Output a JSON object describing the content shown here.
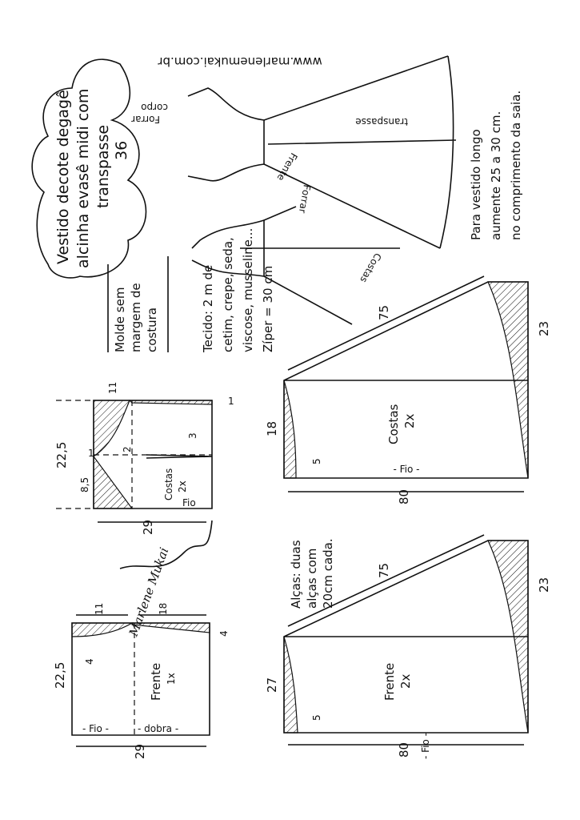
{
  "title": {
    "line1": "Vestido decote degagê",
    "line2": "alcinha evasê midi com",
    "line3": "transpasse",
    "size": "36"
  },
  "website": "www.marlenemukai.com.br",
  "sketch": {
    "forrar_corpo_1": "Forrar",
    "forrar_corpo_2": "corpo",
    "transpasse": "transpasse",
    "frente": "Frente",
    "forrar": "Forrar",
    "costas": "Costas"
  },
  "note": {
    "line1": "Molde sem",
    "line2": "margem de",
    "line3": "costura"
  },
  "fabric": {
    "line1": "Tecido: 2 m   de",
    "line2": "cetim, crepe, seda,",
    "line3": "viscose, musseline...",
    "line4": "Zíper = 30 cm"
  },
  "long_dress": {
    "line1": "Para vestido longo",
    "line2": "aumente 25 a 30 cm.",
    "line3": "no comprimento da saia."
  },
  "straps": {
    "line1": "Alças: duas",
    "line2": "alças com",
    "line3": "20cm cada."
  },
  "skirt_back": {
    "diag": "75",
    "hem": "23",
    "side": "18",
    "dart": "5",
    "label": "Costas",
    "count": "2x",
    "grain": "- Fio -",
    "length": "80"
  },
  "skirt_front": {
    "diag": "75",
    "hem": "23",
    "side": "27",
    "dart": "5",
    "label": "Frente",
    "count": "2x",
    "grain": "- Fio -",
    "length": "80"
  },
  "bodice_back": {
    "top": "11",
    "height": "22,5",
    "lower": "8,5",
    "curve": "2",
    "dart": "3",
    "m1": "1",
    "m2": "1",
    "label": "Costas",
    "count": "2x",
    "grain": "Fio",
    "width": "29"
  },
  "bodice_front": {
    "top": "11",
    "top2": "18",
    "height": "22,5",
    "curve": "4",
    "edge": "4",
    "label": "Frente",
    "count": "1x",
    "grain": "- Fio -",
    "fold": "- dobra -",
    "width": "29"
  },
  "signature": "Marlene Mukai"
}
